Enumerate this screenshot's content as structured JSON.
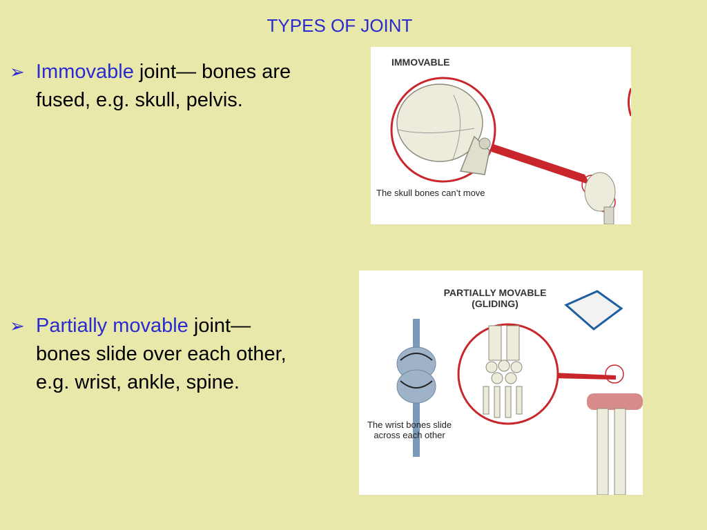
{
  "title": "TYPES OF JOINT",
  "bullets": [
    {
      "highlight": "Immovable",
      "rest": "joint— bones are fused, e.g. skull, pelvis."
    },
    {
      "highlight": "Partially movable",
      "rest": "joint— bones slide over each other, e.g. wrist, ankle, spine."
    }
  ],
  "figures": {
    "immovable": {
      "label": "IMMOVABLE",
      "caption": "The skull bones can’t move"
    },
    "partial": {
      "label_line1": "PARTIALLY MOVABLE",
      "label_line2": "(GLIDING)",
      "caption_line1": "The wrist bones slide",
      "caption_line2": "across each other"
    }
  },
  "colors": {
    "background": "#e8e8aa",
    "accent": "#2a2ad0",
    "highlight_ring": "#c8262b"
  },
  "icons": {
    "bullet": "arrow-bullet-icon"
  }
}
